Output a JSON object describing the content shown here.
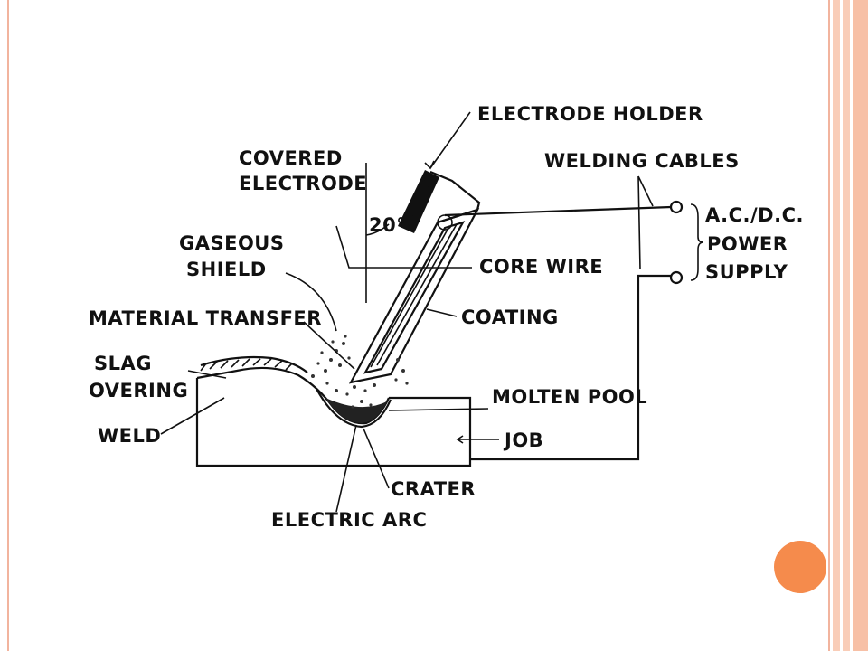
{
  "diagram": {
    "labels": {
      "electrode_holder": "ELECTRODE HOLDER",
      "covered_electrode_1": "COVERED",
      "covered_electrode_2": "ELECTRODE",
      "angle": "20°",
      "welding_cables": "WELDING CABLES",
      "power_supply_1": "A.C./D.C.",
      "power_supply_2": "POWER",
      "power_supply_3": "SUPPLY",
      "gaseous_shield_1": "GASEOUS",
      "gaseous_shield_2": "SHIELD",
      "core_wire": "CORE WIRE",
      "material_transfer": "MATERIAL TRANSFER",
      "coating": "COATING",
      "slag_1": "SLAG",
      "slag_2": "OVERING",
      "molten_pool": "MOLTEN POOL",
      "weld": "WELD",
      "job": "JOB",
      "crater": "CRATER",
      "electric_arc": "ELECTRIC ARC"
    }
  },
  "theme": {
    "accent": "#f58b4c",
    "frame": "#f2b49e",
    "strip": "#f9cdb8"
  }
}
